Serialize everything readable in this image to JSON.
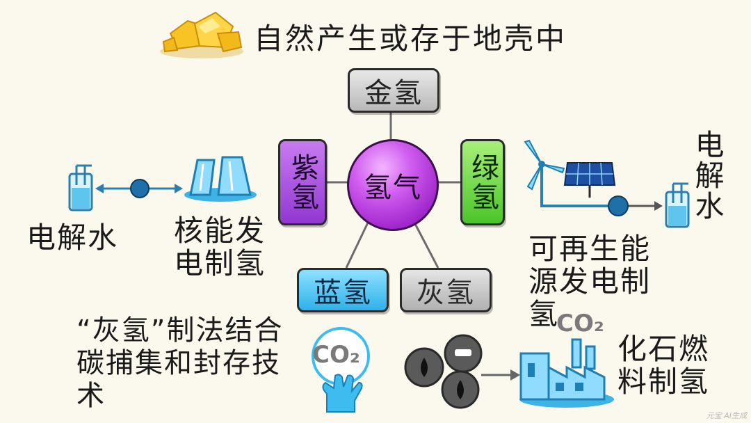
{
  "title": "自然产生或存于地壳中",
  "center": "氢气",
  "nodes": {
    "gold": "金氢",
    "purple": "紫氢",
    "green": "绿氢",
    "blue": "蓝氢",
    "grey": "灰氢"
  },
  "purple_branch": {
    "electrolysis": "电解水",
    "nuclear": "核能发电制氢"
  },
  "green_branch": {
    "electrolysis": "电解水",
    "renewable": "可再生能源发电制氢"
  },
  "blue_branch": {
    "note": "“灰氢”制法结合碳捕集和封存技术",
    "co2": "CO₂"
  },
  "grey_branch": {
    "fossil": "化石燃料制氢",
    "co2": "CO₂"
  },
  "watermark": "元宝 AI生成",
  "colors": {
    "purple": "#9b2fd6",
    "green": "#5cc43a",
    "blue": "#3dbcf0",
    "grey": "#b8b8b8",
    "gold": "#f4b81e"
  }
}
